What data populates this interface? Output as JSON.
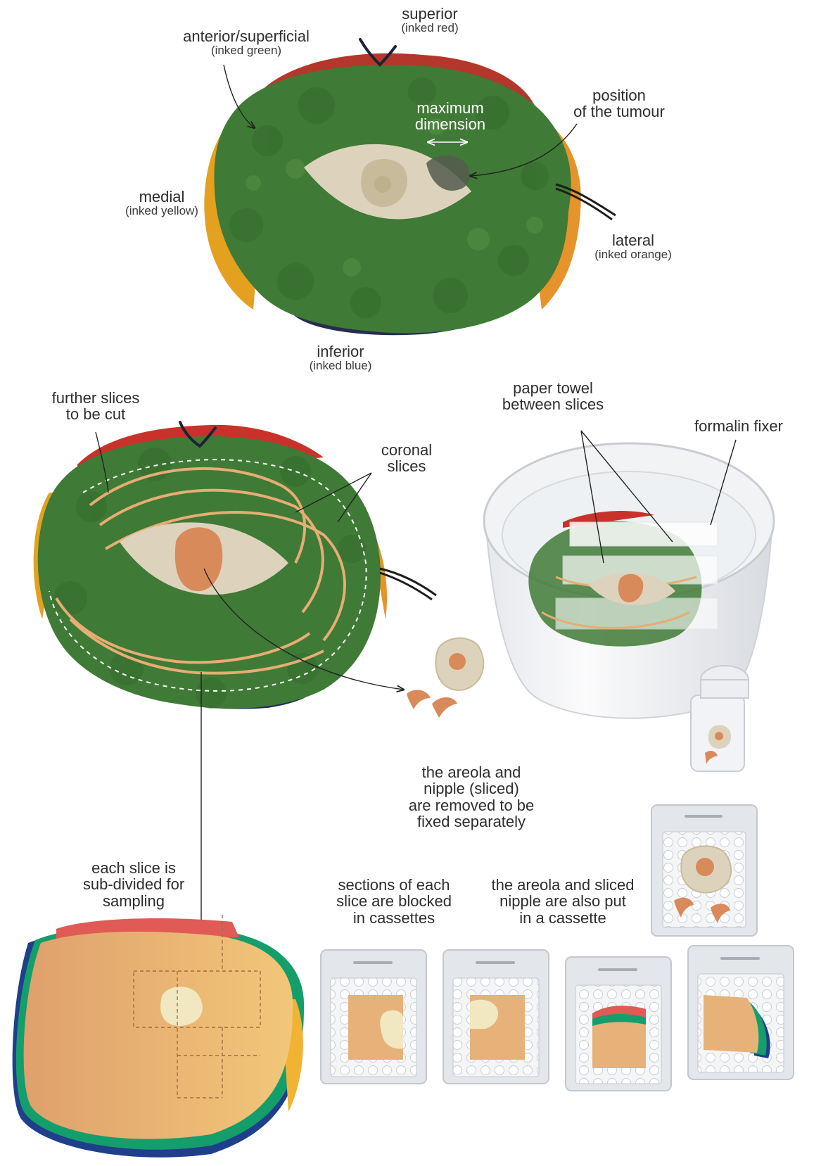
{
  "colors": {
    "tissue_green": "#3f7a36",
    "ink_red": "#b3372a",
    "ink_yellow": "#e3a11f",
    "ink_orange": "#e5932a",
    "ink_blue": "#262d4f",
    "skin_ellipse": "#ddd3bd",
    "areola": "#c7bb9b",
    "slice_tan": "#e6ad74",
    "nipple_orange": "#d98a5a",
    "cassette_grey": "#e3e6ea"
  },
  "labels": {
    "superior": "superior",
    "superior_sub": "(inked red)",
    "anterior": "anterior/superficial",
    "anterior_sub": "(inked green)",
    "max_dim_1": "maximum",
    "max_dim_2": "dimension",
    "tumour_1": "position",
    "tumour_2": "of the tumour",
    "medial": "medial",
    "medial_sub": "(inked yellow)",
    "lateral": "lateral",
    "lateral_sub": "(inked orange)",
    "inferior": "inferior",
    "inferior_sub": "(inked blue)",
    "further_1": "further slices",
    "further_2": "to be cut",
    "coronal_1": "coronal",
    "coronal_2": "slices",
    "paper_1": "paper towel",
    "paper_2": "between slices",
    "formalin": "formalin fixer",
    "areola_1": "the areola and",
    "areola_2": "nipple (sliced)",
    "areola_3": "are removed to be",
    "areola_4": "fixed separately",
    "each_1": "each slice is",
    "each_2": "sub-divided for",
    "each_3": "sampling",
    "sections_1": "sections of each",
    "sections_2": "slice are blocked",
    "sections_3": "in cassettes",
    "cassette_1": "the areola and sliced",
    "cassette_2": "nipple are also put",
    "cassette_3": "in a cassette"
  }
}
